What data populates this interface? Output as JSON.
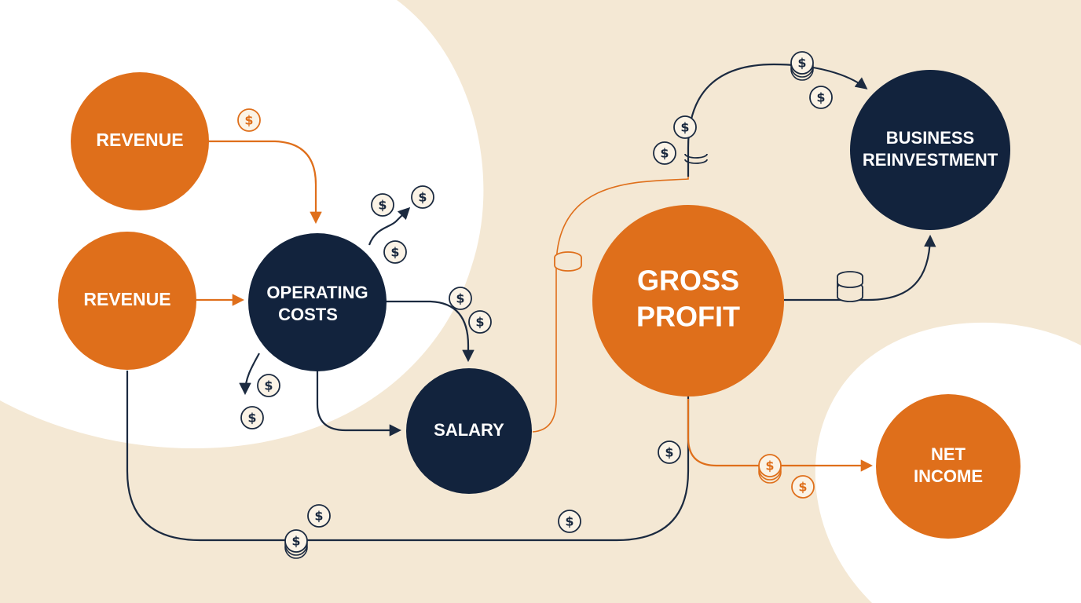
{
  "colors": {
    "background": "#f4e8d4",
    "white_blob": "#ffffff",
    "orange": "#df6f1b",
    "navy": "#12233d",
    "line_dark": "#1b2a40",
    "line_orange": "#df6f1b"
  },
  "nodes": {
    "revenue_top": {
      "line1": "REVENUE"
    },
    "revenue_mid": {
      "line1": "REVENUE"
    },
    "operating_costs": {
      "line1": "OPERATING",
      "line2": "COSTS"
    },
    "salary": {
      "line1": "SALARY"
    },
    "gross_profit": {
      "line1": "GROSS",
      "line2": "PROFIT"
    },
    "business_reinvestment": {
      "line1": "BUSINESS",
      "line2": "REINVESTMENT"
    },
    "net_income": {
      "line1": "NET",
      "line2": "INCOME"
    }
  },
  "coin_symbol": "$",
  "icons": [
    "dollar-coin-icon",
    "coin-stack-icon",
    "arrow-icon"
  ]
}
